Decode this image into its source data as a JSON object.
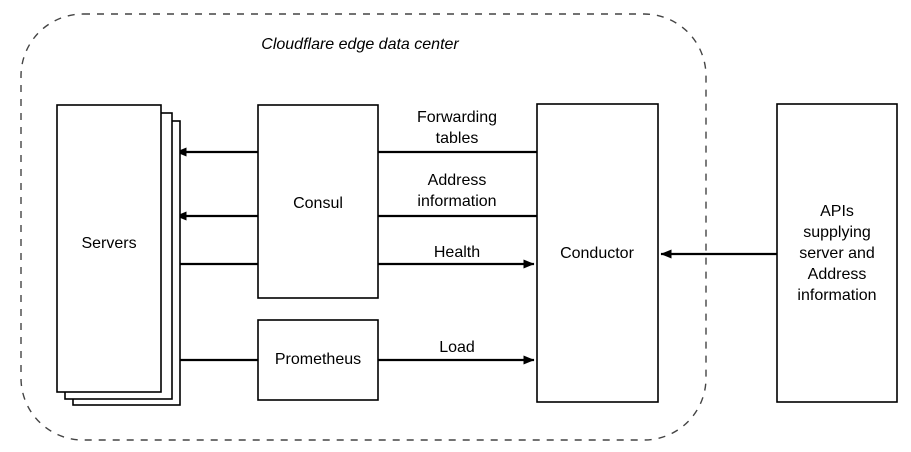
{
  "diagram": {
    "title": "Cloudflare edge data center",
    "zone": {
      "label": "Cloudflare edge data center",
      "style": "dashed-rounded-boundary"
    },
    "nodes": [
      {
        "id": "servers",
        "label": "Servers",
        "shape": "stacked-rectangle",
        "inside_zone": true
      },
      {
        "id": "consul",
        "label": "Consul",
        "shape": "rectangle",
        "inside_zone": true
      },
      {
        "id": "prometheus",
        "label": "Prometheus",
        "shape": "rectangle",
        "inside_zone": true
      },
      {
        "id": "conductor",
        "label": "Conductor",
        "shape": "rectangle",
        "inside_zone": true
      },
      {
        "id": "apis",
        "label_lines": [
          "APIs",
          "supplying",
          "server and",
          "Address",
          "information"
        ],
        "shape": "rectangle",
        "inside_zone": false
      }
    ],
    "edges": [
      {
        "id": "forwarding-tables",
        "from": "conductor",
        "to": "servers",
        "label_lines": [
          "Forwarding",
          "tables"
        ],
        "direction": "right-to-left"
      },
      {
        "id": "address-information",
        "from": "conductor",
        "to": "servers",
        "label_lines": [
          "Address",
          "information"
        ],
        "direction": "right-to-left"
      },
      {
        "id": "health",
        "from": "servers",
        "to": "conductor",
        "label_lines": [
          "Health"
        ],
        "direction": "left-to-right"
      },
      {
        "id": "load",
        "from": "prometheus",
        "to": "conductor",
        "label_lines": [
          "Load"
        ],
        "direction": "left-to-right"
      },
      {
        "id": "apis-feed",
        "from": "apis",
        "to": "conductor",
        "label_lines": [],
        "direction": "right-to-left"
      }
    ],
    "colors": {
      "background": "#ffffff",
      "stroke": "#000000",
      "zone_stroke": "#444444",
      "text": "#000000"
    }
  }
}
